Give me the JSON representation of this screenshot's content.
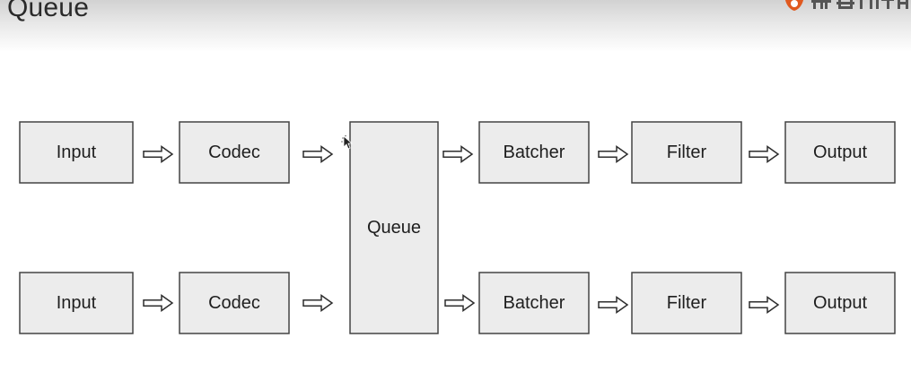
{
  "slide": {
    "title": "Queue"
  },
  "logo": {
    "icon": "brand-flame-icon",
    "accent_color": "#e0591f"
  },
  "diagram": {
    "rows": [
      {
        "stages_before_queue": [
          "Input",
          "Codec"
        ],
        "stages_after_queue": [
          "Batcher",
          "Filter",
          "Output"
        ]
      },
      {
        "stages_before_queue": [
          "Input",
          "Codec"
        ],
        "stages_after_queue": [
          "Batcher",
          "Filter",
          "Output"
        ]
      }
    ],
    "queue_label": "Queue",
    "arrow_icon": "hollow-right-arrow-icon",
    "box_fill": "#ececec",
    "box_stroke": "#444444"
  },
  "cursor": {
    "icon": "mouse-pointer-icon"
  }
}
